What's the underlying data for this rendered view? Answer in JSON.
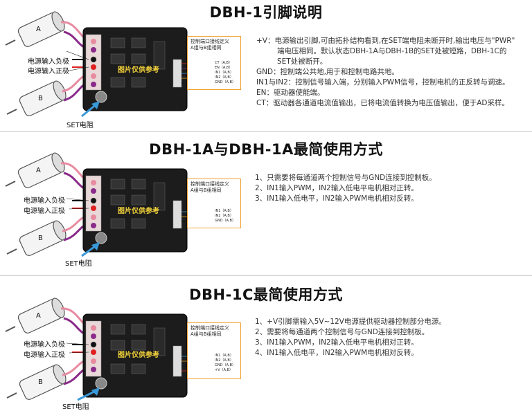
{
  "sections": [
    {
      "title": "DBH-1引脚说明",
      "label_neg": "电源输入负极",
      "label_pos": "电源输入正极",
      "set_label": "SET电阻",
      "motor_a": "A",
      "motor_b": "B",
      "watermark": "图片仅供参考",
      "callout_title": "控制端口接线定义",
      "callout_sub": "A组与B组相同",
      "pins": [
        "CT（A,B）",
        "EN（A,B）",
        "IN1（A,B）",
        "IN2（A,B）",
        "GND（A,B）"
      ],
      "desc": [
        "+V：电源输出引脚,可由拓扑结构看到,在SET端电阻未断开时,输出电压与\"PWR\"",
        "端电压相同。默认状态DBH-1A与DBH-1B的SET处被短路，DBH-1C的",
        "SET处被断开。",
        "GND：控制端公共地,用于和控制电路共地。",
        "IN1与IN2：控制信号输入端，分别输入PWM信号，控制电机的正反转与调速。",
        "EN：驱动器使能端。",
        "CT：驱动器各通道电流值输出，已将电流值转换为电压值输出，便于AD采样。"
      ]
    },
    {
      "title": "DBH-1A与DBH-1A最简使用方式",
      "label_neg": "电源输入负极",
      "label_pos": "电源输入正极",
      "set_label": "SET电阻",
      "motor_a": "A",
      "motor_b": "B",
      "watermark": "图片仅供参考",
      "callout_title": "控制端口接线定义",
      "callout_sub": "A组与B组相同",
      "pins": [
        "IN1（A,B）",
        "IN2（A,B）",
        "GND（A,B）"
      ],
      "desc": [
        "1、只需要将每通道两个控制信号与GND连接到控制板。",
        "2、IN1输入PWM，IN2输入低电平电机相对正转。",
        "3、IN1输入低电平，IN2输入PWM电机相对反转。"
      ]
    },
    {
      "title": "DBH-1C最简使用方式",
      "label_neg": "电源输入负极",
      "label_pos": "电源输入正极",
      "set_label": "SET电阻",
      "motor_a": "A",
      "motor_b": "B",
      "watermark": "图片仅供参考",
      "callout_title": "控制端口接线定义",
      "callout_sub": "A组与B组相同",
      "pins": [
        "IN1（A,B）",
        "IN2（A,B）",
        "GND（A,B）",
        "+V（A,B）"
      ],
      "desc": [
        "1、+V引脚需输入5V~12V电源提供驱动器控制部分电源。",
        "2、需要将每通道两个控制信号与GND连接到控制板。",
        "3、IN1输入PWM，IN2输入低电平电机相对正转。",
        "4、IN1输入低电平，IN2输入PWM电机相对反转。"
      ]
    }
  ],
  "colors": {
    "pink_wire": "#e88aa0",
    "purple_wire": "#8a2a8a",
    "red_wire": "#e02020",
    "black_wire": "#111111",
    "callout_border": "#f0a030",
    "arrow_blue": "#3a9ad9"
  }
}
